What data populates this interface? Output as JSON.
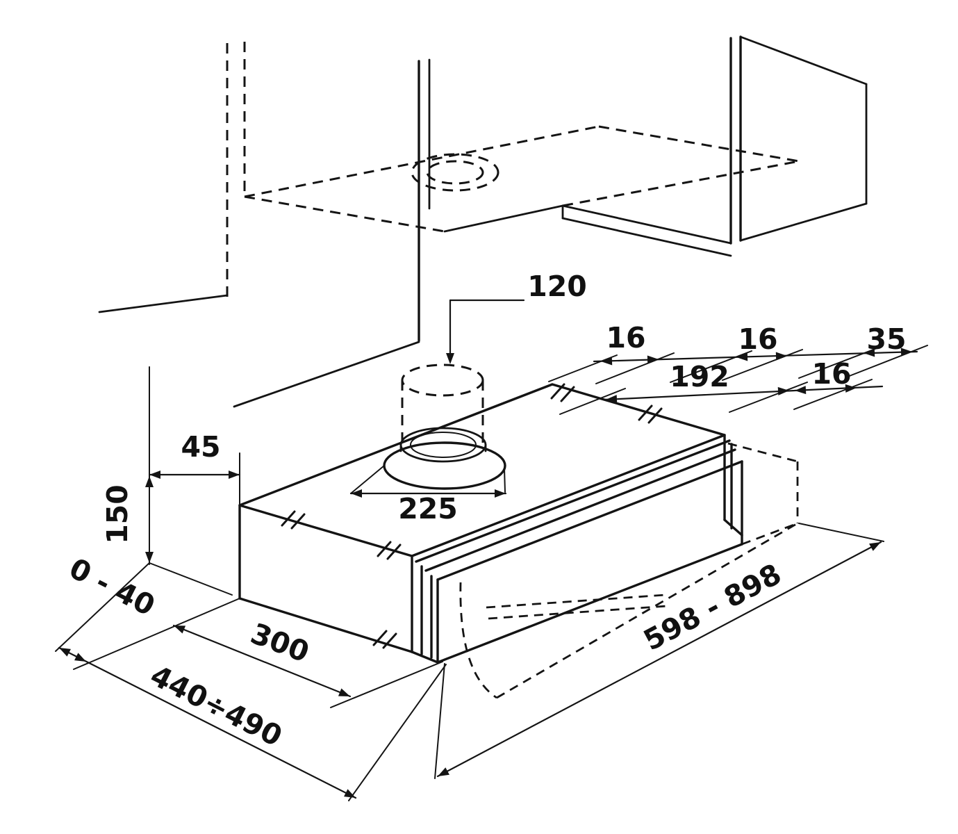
{
  "colors": {
    "ink": "#141414",
    "background": "#ffffff"
  },
  "dimensions": {
    "duct_diameter": "120",
    "rear_gap": "16",
    "filter_width": "192",
    "mid_gap": "16",
    "front_gap": "16",
    "front_panel": "35",
    "left_offset": "45",
    "height": "150",
    "duct_center_offset": "225",
    "wall_clearance": "0 - 40",
    "body_depth": "300",
    "total_depth": "440÷490",
    "width_range": "598 - 898"
  }
}
